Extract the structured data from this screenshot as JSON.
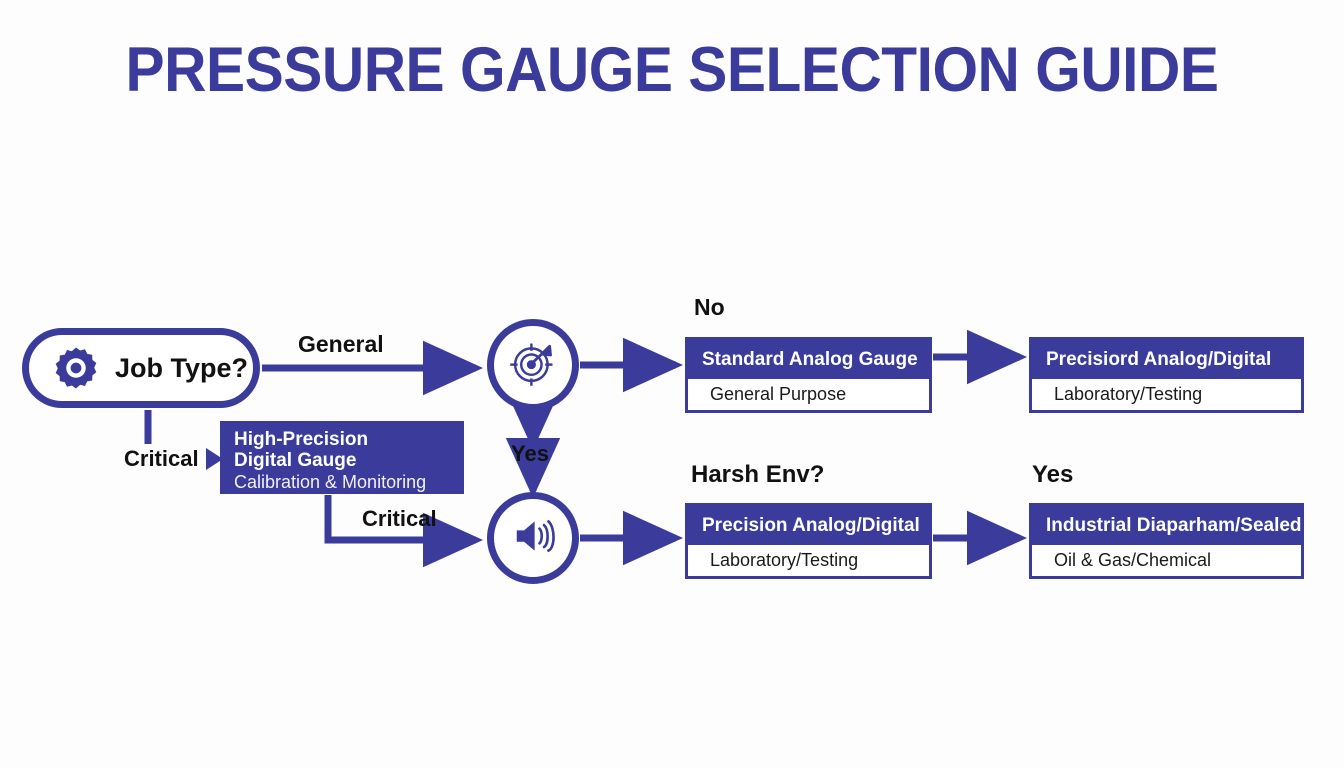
{
  "page": {
    "title": "PRESSURE GAUGE SELECTION GUIDE",
    "background_color": "#fdfdfd",
    "accent_color": "#3a3b9a",
    "text_color": "#111111"
  },
  "diagram": {
    "type": "flowchart",
    "start_node": {
      "label": "Job Type?",
      "icon": "gear-icon",
      "shape": "pill"
    },
    "icon_nodes": [
      {
        "id": "target-node",
        "icon": "target-arrow-icon",
        "shape": "circle"
      },
      {
        "id": "speaker-node",
        "icon": "speaker-volume-icon",
        "shape": "circle"
      }
    ],
    "highlight_box": {
      "line1": "High-Precision",
      "line2": "Digital Gauge",
      "line3": "Calibration & Monitoring"
    },
    "cards": [
      {
        "id": "standard-analog-gauge",
        "header": "Standard Analog Gauge",
        "body": "General Purpose",
        "above_label": "No"
      },
      {
        "id": "precisiord-analog-digital",
        "header": "Precisiord Analog/Digital",
        "body": "Laboratory/Testing",
        "above_label": ""
      },
      {
        "id": "precision-analog-digital",
        "header": "Precision Analog/Digital",
        "body": "Laboratory/Testing",
        "above_label": "Harsh Env?"
      },
      {
        "id": "industrial-diaparham-sealed",
        "header": "Industrial Diaparham/Sealed",
        "body": "Oil & Gas/Chemical",
        "above_label": "Yes"
      }
    ],
    "edge_labels": {
      "general": "General",
      "critical_1": "Critical",
      "critical_2": "Critical",
      "yes_middle": "Yes"
    }
  }
}
